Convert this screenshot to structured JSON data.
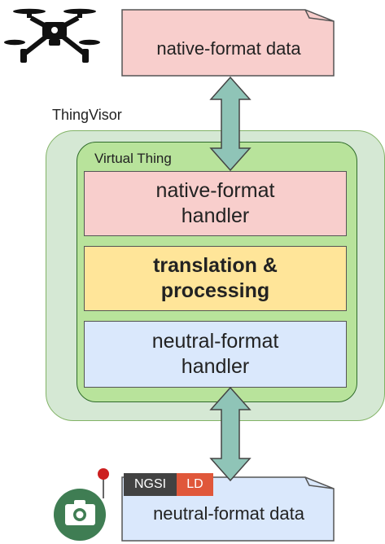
{
  "top_note": {
    "text": "native-format data"
  },
  "thingvisor": {
    "label": "ThingVisor"
  },
  "virtual_thing": {
    "label": "Virtual Thing"
  },
  "blocks": {
    "native": {
      "line1": "native-format",
      "line2": "handler"
    },
    "translation": {
      "line1": "translation &",
      "line2": "processing"
    },
    "neutral": {
      "line1": "neutral-format",
      "line2": "handler"
    }
  },
  "bottom_note": {
    "text": "neutral-format data",
    "tag_left": "NGSI",
    "tag_right": "LD"
  },
  "colors": {
    "arrow_fill": "#8fc4b7",
    "native_fill": "#f8cecc",
    "translation_fill": "#ffe599",
    "neutral_fill": "#dae8fc",
    "thingvisor_fill": "#d5e8d4",
    "virtual_thing_fill": "#b8e39b",
    "camera_fill": "#3f7d53",
    "pin_color": "#cc1f1f"
  },
  "icons": {
    "top": "drone-icon",
    "bottom": "camera-sensor-icon"
  }
}
